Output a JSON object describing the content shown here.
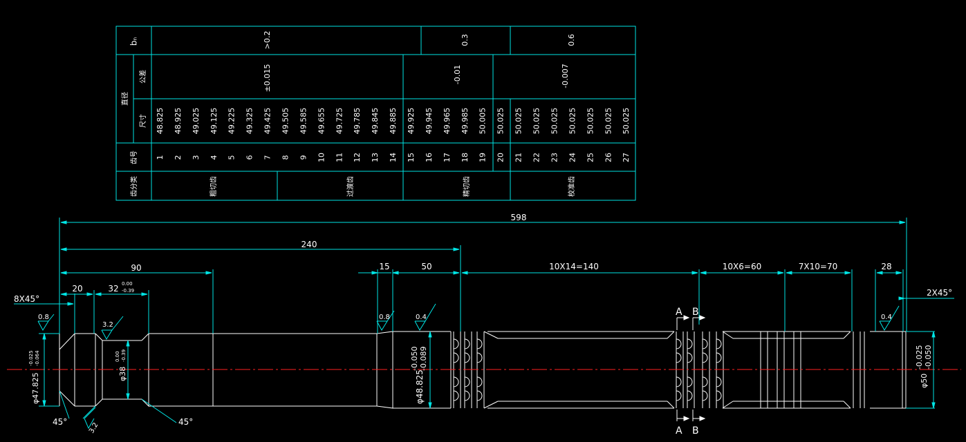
{
  "colors": {
    "background": "#000000",
    "table_line": "#00e5e5",
    "table_text": "#ffffff",
    "part_outline": "#ffffff",
    "dimension": "#00e5e5",
    "dim_text": "#ffffff",
    "centerline": "#ff2020"
  },
  "table": {
    "label_bn": "bₙ",
    "label_diameter": "直径",
    "label_tolerance": "公差",
    "label_size": "尺寸",
    "label_tooth_no": "齿号",
    "label_tooth_type": "齿分类",
    "bn_values": [
      ">0.2",
      "0.3",
      "0.6"
    ],
    "tolerance_values": [
      "±0.015",
      "-0.01",
      "-0.007"
    ],
    "sizes": [
      "48.825",
      "48.925",
      "49.025",
      "49.125",
      "49.225",
      "49.325",
      "49.425",
      "49.505",
      "49.585",
      "49.655",
      "49.725",
      "49.785",
      "49.845",
      "49.885",
      "49.925",
      "49.945",
      "49.965",
      "49.985",
      "50.005",
      "50.025",
      "50.025",
      "50.025",
      "50.025",
      "50.025",
      "50.025",
      "50.025",
      "50.025"
    ],
    "tooth_numbers": [
      "1",
      "2",
      "3",
      "4",
      "5",
      "6",
      "7",
      "8",
      "9",
      "10",
      "11",
      "12",
      "13",
      "14",
      "15",
      "16",
      "17",
      "18",
      "19",
      "20",
      "21",
      "22",
      "23",
      "24",
      "25",
      "26",
      "27"
    ],
    "tooth_types": [
      "粗切齿",
      "过渡齿",
      "精切齿",
      "校准齿"
    ]
  },
  "dimensions": {
    "overall_length": "598",
    "front_length": "240",
    "shank_length": "90",
    "neck_offset": "20",
    "neck_width": "32",
    "neck_width_tol_upper": "0.00",
    "neck_width_tol_lower": "-0.39",
    "chamfer_front": "8X45°",
    "chamfer_rear": "2X45°",
    "guide_short": "15",
    "guide_long": "50",
    "rough_teeth": "10X14=140",
    "transition_teeth": "10X6=60",
    "finish_teeth": "7X10=70",
    "rear_guide": "28",
    "angle_1": "45°",
    "angle_2": "45°",
    "dia_shank": "φ47.825",
    "dia_shank_tol_upper": "-0.025",
    "dia_shank_tol_lower": "-0.064",
    "dia_neck": "φ38",
    "dia_neck_tol_upper": "0.00",
    "dia_neck_tol_lower": "-0.39",
    "dia_front_guide": "φ48.825",
    "dia_front_guide_tol_upper": "-0.050",
    "dia_front_guide_tol_lower": "-0.089",
    "dia_rear_guide": "φ50",
    "dia_rear_guide_tol_upper": "-0.025",
    "dia_rear_guide_tol_lower": "-0.050"
  },
  "roughness": {
    "r1": "0.8",
    "r2": "3.2",
    "r3": "3.2",
    "r4": "0.8",
    "r5": "0.4",
    "r6": "0.4"
  },
  "sections": {
    "a": "A",
    "b": "B"
  }
}
